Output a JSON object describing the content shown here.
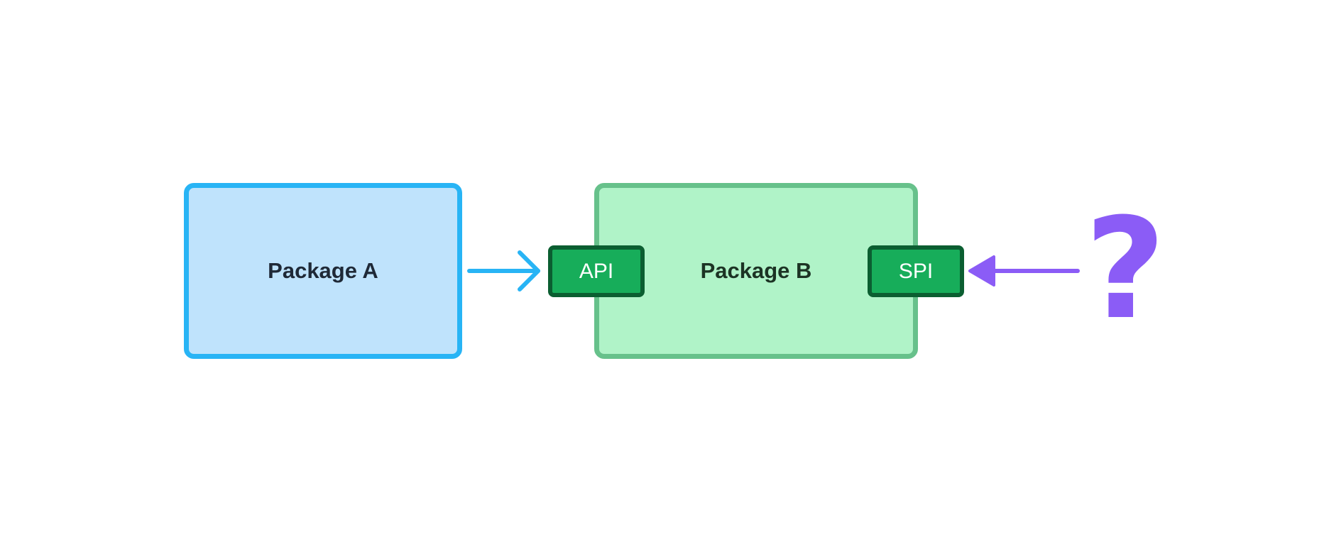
{
  "diagram": {
    "package_a": {
      "label": "Package A"
    },
    "package_b": {
      "label": "Package B"
    },
    "api_port": {
      "label": "API"
    },
    "spi_port": {
      "label": "SPI"
    },
    "unknown_consumer": {
      "symbol": "?"
    }
  },
  "colors": {
    "package_a_fill": "#bfe3fc",
    "package_a_border": "#28b4f5",
    "package_b_fill": "#b0f3c8",
    "package_b_border": "#67c18b",
    "port_fill": "#17ad5a",
    "port_border": "#0b5e31",
    "api_arrow": "#28b4f5",
    "spi_arrow": "#8b5cf6",
    "question": "#8b5cf6"
  },
  "edges": [
    {
      "from": "package_a",
      "to": "api_port",
      "style": "open-arrowhead"
    },
    {
      "from": "unknown_consumer",
      "to": "spi_port",
      "style": "filled-arrowhead"
    }
  ]
}
